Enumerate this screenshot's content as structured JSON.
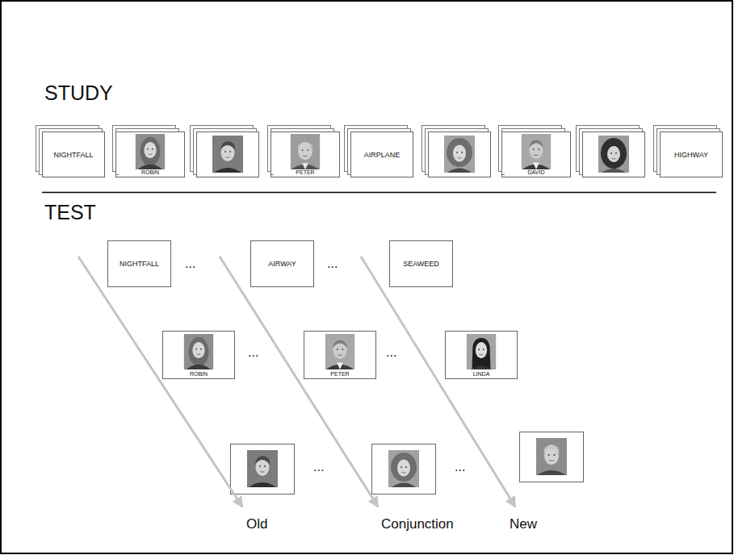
{
  "diagram": {
    "nodes": [
      {
        "text": [
          "NIGHTFALL"
        ]
      },
      {
        "text": [
          "ROBIN"
        ]
      },
      {
        "text": [
          "PETER"
        ]
      },
      {
        "text": [
          "AIRPLANE"
        ]
      },
      {
        "text": [
          "DAVID"
        ]
      },
      {
        "text": [
          "HIGHWAY"
        ]
      },
      {
        "text": [
          "NIGHTFALL"
        ]
      },
      {
        "text": [
          "AIRWAY"
        ]
      },
      {
        "text": [
          "SEAWEED"
        ]
      },
      {
        "text": [
          "ROBIN"
        ]
      },
      {
        "text": [
          "PETER"
        ]
      },
      {
        "text": [
          "LINDA"
        ]
      }
    ],
    "labels": [
      "STUDY",
      "TEST",
      "...",
      "...",
      "...",
      "...",
      "...",
      "...",
      "Old",
      "Conjunction",
      "New"
    ]
  }
}
